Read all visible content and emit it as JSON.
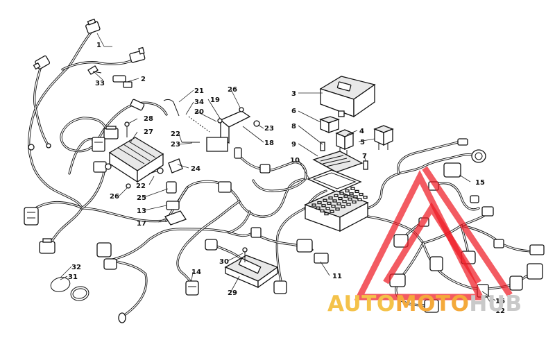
{
  "diagram": {
    "title": "",
    "callouts": [
      "1",
      "2",
      "3",
      "4",
      "5",
      "6",
      "7",
      "8",
      "9",
      "10",
      "11",
      "12",
      "13",
      "14",
      "15",
      "16",
      "17",
      "18",
      "19",
      "20",
      "21",
      "22",
      "22",
      "23",
      "23",
      "24",
      "25",
      "26",
      "26",
      "27",
      "28",
      "29",
      "30",
      "31",
      "32",
      "33",
      "34"
    ]
  },
  "watermark": {
    "brand_auto": "AUTO",
    "brand_moto": "MOTO",
    "brand_hub": "HUB",
    "colors": {
      "auto": "#f4c24a",
      "moto": "#f4a93b",
      "hub": "#c9c9c9",
      "triangle": "#ee1c25"
    }
  }
}
